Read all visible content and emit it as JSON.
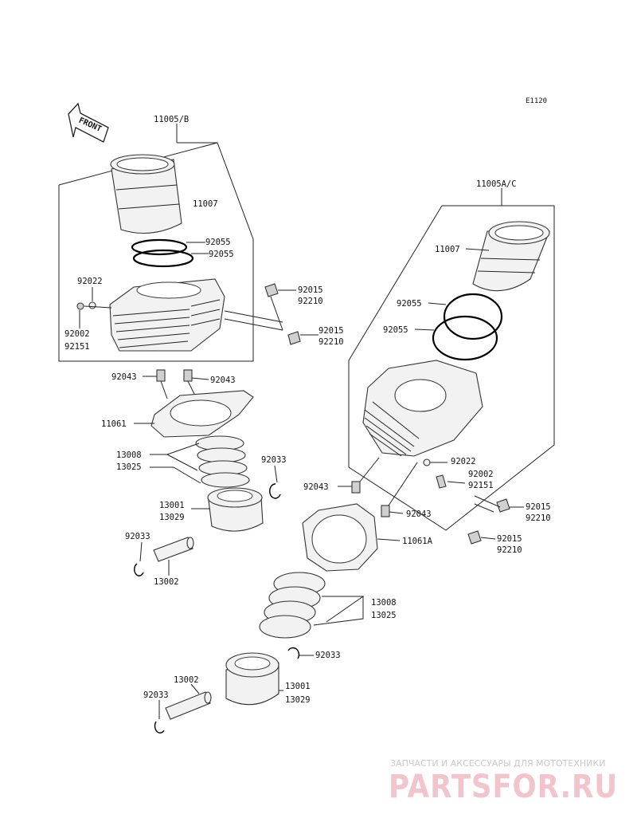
{
  "diagram_code": "E1120",
  "front_label": "FRONT",
  "labels": {
    "assy_b": "11005/B",
    "assy_ac": "11005A/C",
    "sleeve_l": "11007",
    "sleeve_r": "11007",
    "o1_l": "92055",
    "o2_l": "92055",
    "o1_r": "92055",
    "o2_r": "92055",
    "p92022_l": "92022",
    "p92002_l": "92002",
    "p92151_l": "92151",
    "p92015a_l": "92015",
    "p92210a_l": "92210",
    "p92015b_l": "92015",
    "p92210b_l": "92210",
    "dowel1_l": "92043",
    "dowel2_l": "92043",
    "gasket_l": "11061",
    "rings_l1": "13008",
    "rings_l2": "13025",
    "clip_l1": "92033",
    "piston_l1": "13001",
    "piston_l2": "13029",
    "clip_l2": "92033",
    "pin_l": "13002",
    "p92022_r": "92022",
    "p92002_r": "92002",
    "p92151_r": "92151",
    "dowel1_r": "92043",
    "dowel2_r": "92043",
    "p92015a_r": "92015",
    "p92210a_r": "92210",
    "p92015b_r": "92015",
    "p92210b_r": "92210",
    "gasket_r": "11061A",
    "rings_r1": "13008",
    "rings_r2": "13025",
    "clip_r1": "92033",
    "pin_r": "13002",
    "piston_r1": "13001",
    "piston_r2": "13029",
    "clip_r2": "92033"
  },
  "watermark": {
    "tagline": "ЗАПЧАСТИ И АКСЕССУАРЫ ДЛЯ МОТОТЕХНИКИ",
    "logo": "PARTSFOR.RU"
  }
}
